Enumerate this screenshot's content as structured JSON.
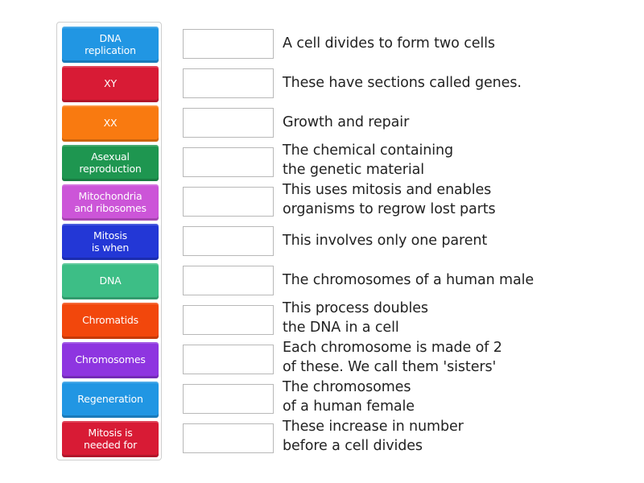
{
  "activity": {
    "type": "match-up",
    "cards": [
      {
        "label": "DNA\nreplication",
        "color": "#2196e3"
      },
      {
        "label": "XY",
        "color": "#d81b35"
      },
      {
        "label": "XX",
        "color": "#f97a10"
      },
      {
        "label": "Asexual\nreproduction",
        "color": "#1e9650"
      },
      {
        "label": "Mitochondria\nand ribosomes",
        "color": "#cc55d8"
      },
      {
        "label": "Mitosis\nis when",
        "color": "#2337d6"
      },
      {
        "label": "DNA",
        "color": "#3dbe86"
      },
      {
        "label": "Chromatids",
        "color": "#f2470c"
      },
      {
        "label": "Chromosomes",
        "color": "#8e35e0"
      },
      {
        "label": "Regeneration",
        "color": "#2196e3"
      },
      {
        "label": "Mitosis is\nneeded for",
        "color": "#d81b35"
      }
    ],
    "rows": [
      {
        "slot_value": "",
        "description": "A cell divides to form two cells"
      },
      {
        "slot_value": "",
        "description": "These have sections called genes."
      },
      {
        "slot_value": "",
        "description": "Growth and repair"
      },
      {
        "slot_value": "",
        "description": "The chemical containing\nthe genetic material"
      },
      {
        "slot_value": "",
        "description": "This uses mitosis and enables\norganisms to regrow lost parts"
      },
      {
        "slot_value": "",
        "description": "This involves only one parent"
      },
      {
        "slot_value": "",
        "description": "The chromosomes of a human male"
      },
      {
        "slot_value": "",
        "description": "This process doubles\nthe DNA in a cell"
      },
      {
        "slot_value": "",
        "description": "Each chromosome is made of 2\nof these. We call them 'sisters'"
      },
      {
        "slot_value": "",
        "description": "The chromosomes\nof a human female"
      },
      {
        "slot_value": "",
        "description": "These increase in number\nbefore a cell divides"
      }
    ]
  },
  "colors": {
    "panel_border": "#cfcfcf",
    "slot_border": "#b8b8b8",
    "text": "#222222"
  }
}
